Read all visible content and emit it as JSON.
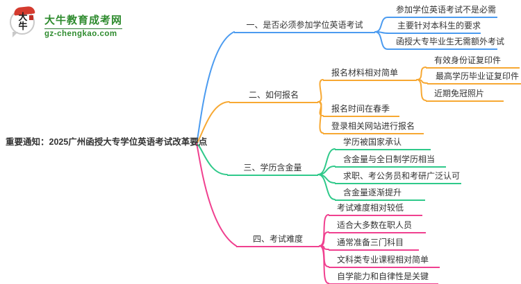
{
  "site": {
    "logo_badge_text": "大牛",
    "site_name": "大牛教育成考网",
    "site_domain": "gz-chengkao.com",
    "brand_color": "#2e8b2e"
  },
  "colors": {
    "branch1": "#4b9bf0",
    "branch2": "#f7a832",
    "branch3": "#2fc98a",
    "branch4": "#f0408f",
    "text": "#333333",
    "background": "#ffffff"
  },
  "mindmap": {
    "root": "重要通知：2025广州函授大专学位英语考试改革要点",
    "branches": [
      {
        "label": "一、是否必须参加学位英语考试",
        "color": "#4b9bf0",
        "children": [
          "参加学位英语考试不是必需",
          "主要针对本科生的要求",
          "函授大专毕业生无需额外考试"
        ]
      },
      {
        "label": "二、如何报名",
        "color": "#f7a832",
        "children": [
          {
            "label": "报名材料相对简单",
            "children": [
              "有效身份证复印件",
              "最高学历毕业证复印件",
              "近期免冠照片"
            ]
          },
          "报名时间在春季",
          "登录相关网站进行报名"
        ]
      },
      {
        "label": "三、学历含金量",
        "color": "#2fc98a",
        "children": [
          "学历被国家承认",
          "含金量与全日制学历相当",
          "求职、考公务员和考研广泛认可",
          "含金量逐渐提升"
        ]
      },
      {
        "label": "四、考试难度",
        "color": "#f0408f",
        "children": [
          "考试难度相对较低",
          "适合大多数在职人员",
          "通常准备三门科目",
          "文科类专业课程相对简单",
          "自学能力和自律性是关键"
        ]
      }
    ]
  }
}
